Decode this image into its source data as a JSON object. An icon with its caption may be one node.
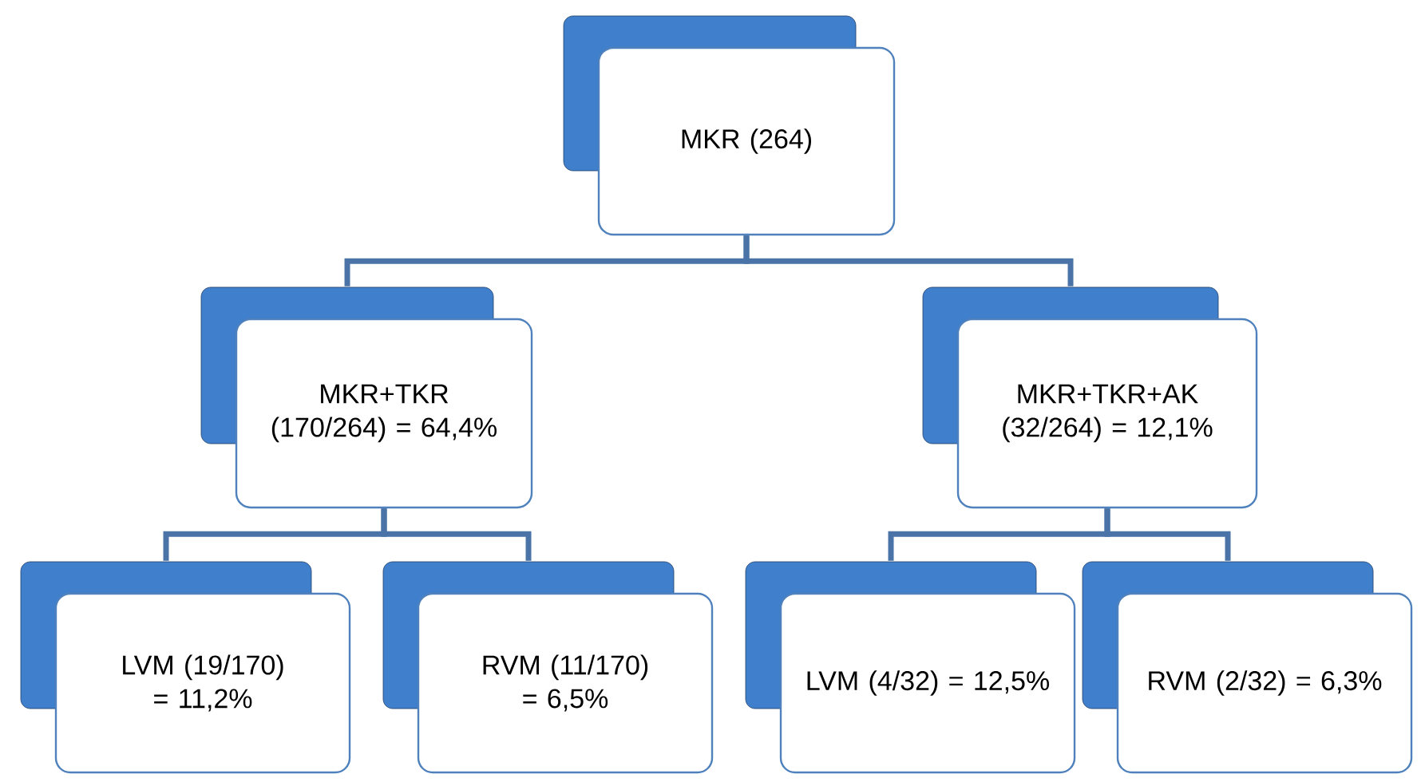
{
  "diagram": {
    "nodes": [
      {
        "text": [
          "MKR (264)"
        ]
      },
      {
        "text": [
          "MKR+TKR (170/264) = 64,4%"
        ]
      },
      {
        "text": [
          "MKR+TKR+AK (32/264) = 12,1%"
        ]
      },
      {
        "text": [
          "LVM (19/170) = 11,2%"
        ]
      },
      {
        "text": [
          "RVM (11/170) = 6,5%"
        ]
      },
      {
        "text": [
          "LVM (4/32) = 12,5%"
        ]
      },
      {
        "text": [
          "RVM (2/32) = 6,3%"
        ]
      }
    ],
    "edges": [
      {
        "from": 0,
        "to": 1,
        "arrow": "none"
      },
      {
        "from": 0,
        "to": 2,
        "arrow": "none"
      },
      {
        "from": 1,
        "to": 3,
        "arrow": "none"
      },
      {
        "from": 1,
        "to": 4,
        "arrow": "none"
      },
      {
        "from": 2,
        "to": 5,
        "arrow": "none"
      },
      {
        "from": 2,
        "to": 6,
        "arrow": "none"
      }
    ]
  }
}
